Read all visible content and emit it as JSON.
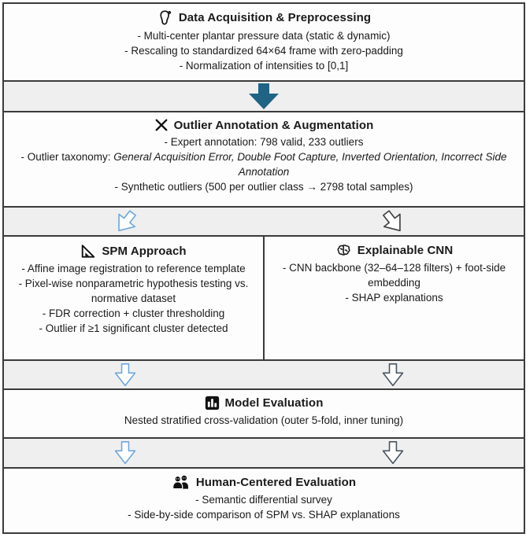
{
  "palette": {
    "band_background": "#efefef",
    "border": "#3b3b3b",
    "solid_arrow_fill": "#1f6484",
    "hollow_arrow_blue_outline": "#6fa8dc",
    "hollow_arrow_dark_outline": "#3f3f3f"
  },
  "flow": {
    "step1": {
      "icon": "foot-icon",
      "title": "Data Acquisition & Preprocessing",
      "lines": [
        "- Multi-center plantar pressure data (static & dynamic)",
        "- Rescaling to standardized 64×64 frame with zero-padding",
        "- Normalization of intensities to [0,1]"
      ]
    },
    "step2": {
      "icon": "x-icon",
      "title": "Outlier Annotation & Augmentation",
      "line_annotation": "- Expert annotation: 798 valid, 233 outliers",
      "taxonomy_prefix": "- Outlier taxonomy: ",
      "taxonomy_italic": "General Acquisition Error, Double Foot Capture, Inverted Orientation, Incorrect Side Annotation",
      "line_synthetic": "- Synthetic outliers (500 per outlier class → 2798 total samples)"
    },
    "spm": {
      "icon": "triangle-ruler-icon",
      "title": "SPM Approach",
      "lines": [
        "- Affine image registration to reference template",
        "- Pixel-wise nonparametric hypothesis testing vs. normative dataset",
        "- FDR correction + cluster thresholding",
        "- Outlier if ≥1 significant cluster detected"
      ]
    },
    "cnn": {
      "icon": "brain-icon",
      "title": "Explainable CNN",
      "lines": [
        "- CNN backbone (32–64–128 filters) + foot-side embedding",
        "- SHAP explanations"
      ]
    },
    "evaluation": {
      "icon": "bar-chart-icon",
      "title": "Model Evaluation",
      "lines": [
        "Nested stratified cross-validation (outer 5-fold, inner tuning)"
      ]
    },
    "human": {
      "icon": "people-icon",
      "title": "Human-Centered Evaluation",
      "lines": [
        "- Semantic differential survey",
        "- Side-by-side comparison of SPM vs. SHAP explanations"
      ]
    }
  }
}
